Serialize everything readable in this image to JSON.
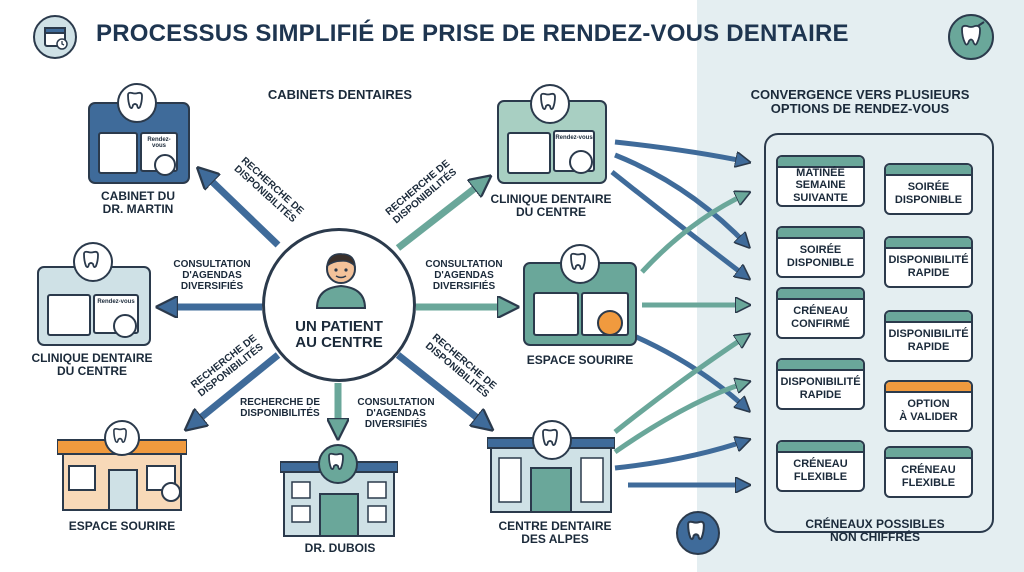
{
  "title": "PROCESSUS SIMPLIFIÉ DE PRISE DE RENDEZ-VOUS DENTAIRE",
  "center_node": {
    "lines": [
      "UN PATIENT",
      "AU CENTRE"
    ]
  },
  "section_label": "CABINETS DENTAIRES",
  "clinics": [
    {
      "id": "cabinet-martin",
      "lines": [
        "CABINET DU",
        "DR. MARTIN"
      ]
    },
    {
      "id": "clinique-left",
      "lines": [
        "CLINIQUE DENTAIRE",
        "DU CENTRE"
      ]
    },
    {
      "id": "espace-left",
      "lines": [
        "ESPACE SOURIRE"
      ]
    },
    {
      "id": "dr-dubois",
      "lines": [
        "DR. DUBOIS"
      ]
    },
    {
      "id": "centre-alpes",
      "lines": [
        "CENTRE DENTAIRE",
        "DES ALPES"
      ]
    },
    {
      "id": "espace-right",
      "lines": [
        "ESPACE SOURIRE"
      ]
    },
    {
      "id": "clinique-right",
      "lines": [
        "CLINIQUE DENTAIRE",
        "DU CENTRE"
      ]
    }
  ],
  "calendar_note": "Rendez-vous",
  "edge_labels": [
    {
      "id": "upper-left",
      "lines": [
        "RECHERCHE DE",
        "DISPONIBILITÉS"
      ]
    },
    {
      "id": "left",
      "lines": [
        "CONSULTATION",
        "D'AGENDAS",
        "DIVERSIFIÉS"
      ]
    },
    {
      "id": "lower-left",
      "lines": [
        "RECHERCHE DE",
        "DISPONIBILITÉS"
      ]
    },
    {
      "id": "down-left",
      "lines": [
        "RECHERCHE DE",
        "DISPONIBILITÉS"
      ]
    },
    {
      "id": "down-right",
      "lines": [
        "CONSULTATION",
        "D'AGENDAS",
        "DIVERSIFIÉS"
      ]
    },
    {
      "id": "lower-right",
      "lines": [
        "RECHERCHE DE",
        "DISPONIBILITÉS"
      ]
    },
    {
      "id": "right",
      "lines": [
        "CONSULTATION",
        "D'AGENDAS",
        "DIVERSIFIÉS"
      ]
    },
    {
      "id": "upper-right",
      "lines": [
        "RECHERCHE DE",
        "DISPONIBILITÉS"
      ]
    }
  ],
  "panel": {
    "header_lines": [
      "CONVERGENCE VERS PLUSIEURS",
      "OPTIONS DE RENDEZ-VOUS"
    ],
    "footer_lines": [
      "CRÉNEAUX POSSIBLES",
      "NON CHIFFRÉS"
    ],
    "options_left": [
      {
        "lines": [
          "MATINÉE",
          "SEMAINE",
          "SUIVANTE"
        ],
        "accent": "#6aa79a"
      },
      {
        "lines": [
          "SOIRÉE",
          "DISPONIBLE"
        ],
        "accent": "#6aa79a"
      },
      {
        "lines": [
          "CRÉNEAU",
          "CONFIRMÉ"
        ],
        "accent": "#6aa79a"
      },
      {
        "lines": [
          "DISPONIBILITÉ",
          "RAPIDE"
        ],
        "accent": "#6aa79a"
      },
      {
        "lines": [
          "CRÉNEAU",
          "FLEXIBLE"
        ],
        "accent": "#6aa79a"
      }
    ],
    "options_right": [
      {
        "lines": [
          "SOIRÉE",
          "DISPONIBLE"
        ],
        "accent": "#6aa79a"
      },
      {
        "lines": [
          "DISPONIBILITÉ",
          "RAPIDE"
        ],
        "accent": "#6aa79a"
      },
      {
        "lines": [
          "DISPONIBILITÉ",
          "RAPIDE"
        ],
        "accent": "#6aa79a"
      },
      {
        "lines": [
          "OPTION",
          "À VALIDER"
        ],
        "accent": "#f09a3e"
      },
      {
        "lines": [
          "CRÉNEAU",
          "FLEXIBLE"
        ],
        "accent": "#6aa79a"
      }
    ]
  },
  "colors": {
    "navy": "#2b3a4c",
    "teal": "#6aa79a",
    "blue": "#3f6b9a",
    "orange": "#f09a3e",
    "panel": "#e4eef1"
  },
  "icons": [
    "calendar-icon",
    "tooth-icon",
    "patient-icon",
    "clock-icon",
    "building-icon"
  ]
}
